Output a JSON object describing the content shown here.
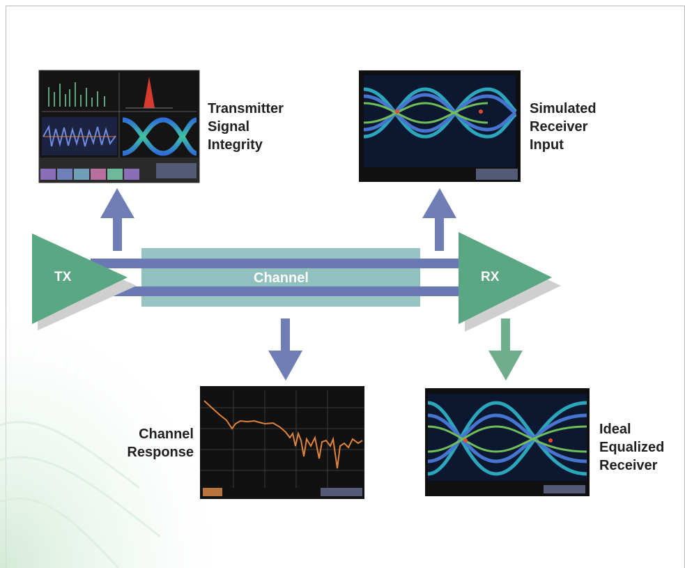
{
  "colors": {
    "arrow_blue": "#6f7fb5",
    "arrow_green": "#6fae8c",
    "triangle_green": "#5ba684",
    "channel_teal": "#8ebfbd",
    "line_blue": "#6a79b3",
    "scope_bg": "#141414",
    "trace_orange": "#e0843a"
  },
  "nodes": {
    "tx": "TX",
    "rx": "RX",
    "channel": "Channel"
  },
  "labels": {
    "transmitter": [
      "Transmitter",
      "Signal",
      "Integrity"
    ],
    "simulated": [
      "Simulated",
      "Receiver",
      "Input"
    ],
    "channel_response": [
      "Channel",
      "Response"
    ],
    "ideal": [
      "Ideal",
      "Equalized",
      "Receiver"
    ]
  },
  "panels": {
    "transmitter": "transmitter-signal-integrity-screen",
    "simulated": "simulated-receiver-input-screen",
    "channel_response": "channel-response-screen",
    "ideal": "ideal-equalized-receiver-screen"
  }
}
